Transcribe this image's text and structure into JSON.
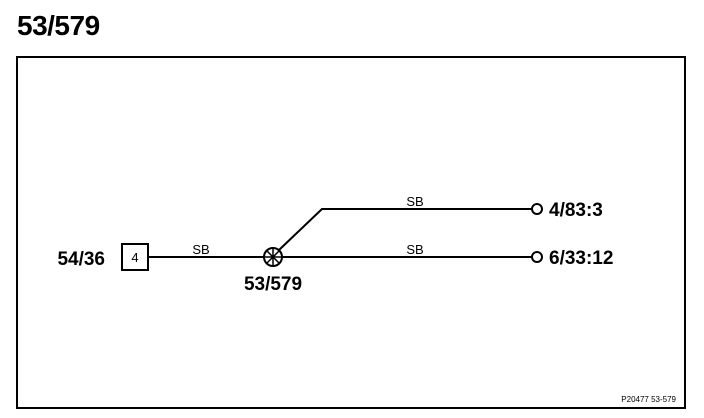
{
  "title": "53/579",
  "connector": {
    "label": "54/36",
    "pin": "4"
  },
  "splice": {
    "label": "53/579"
  },
  "wires": [
    {
      "color_code": "SB"
    },
    {
      "color_code": "SB"
    },
    {
      "color_code": "SB"
    }
  ],
  "terminals": [
    {
      "label": "4/83:3"
    },
    {
      "label": "6/33:12"
    }
  ],
  "reference": "P20477  53-579"
}
